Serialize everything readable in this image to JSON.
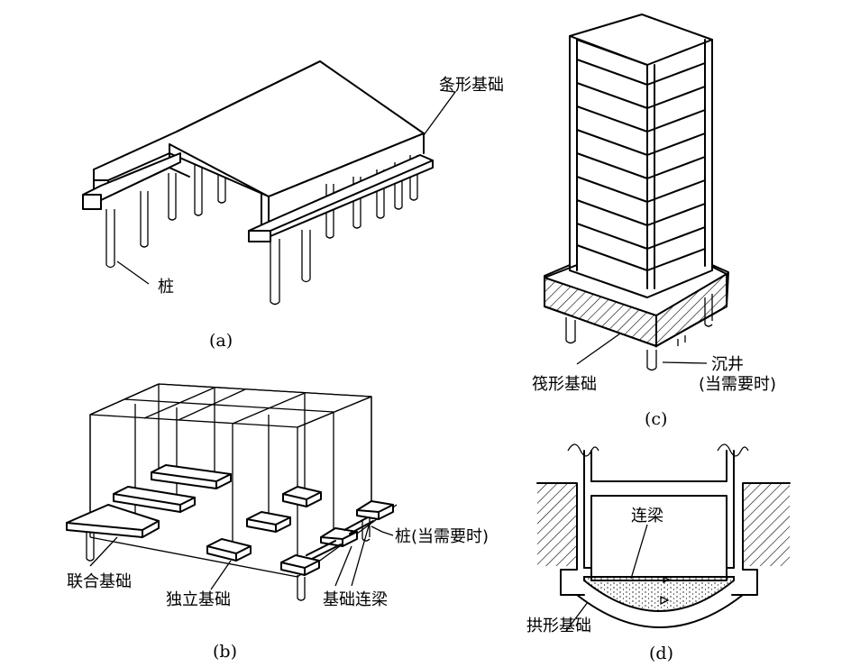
{
  "panels": {
    "a": {
      "caption": "(a)",
      "labels": {
        "strip_foundation": "条形基础",
        "pile": "桩"
      }
    },
    "b": {
      "caption": "(b)",
      "labels": {
        "pile_when_needed": "桩(当需要时)",
        "combined_footing": "联合基础",
        "isolated_footing": "独立基础",
        "foundation_tie_beam": "基础连梁"
      }
    },
    "c": {
      "caption": "(c)",
      "labels": {
        "open_caisson": "沉井",
        "when_needed": "(当需要时)",
        "raft_foundation": "筏形基础"
      }
    },
    "d": {
      "caption": "(d)",
      "labels": {
        "tie_beam": "连梁",
        "arch_foundation": "拱形基础"
      }
    }
  }
}
